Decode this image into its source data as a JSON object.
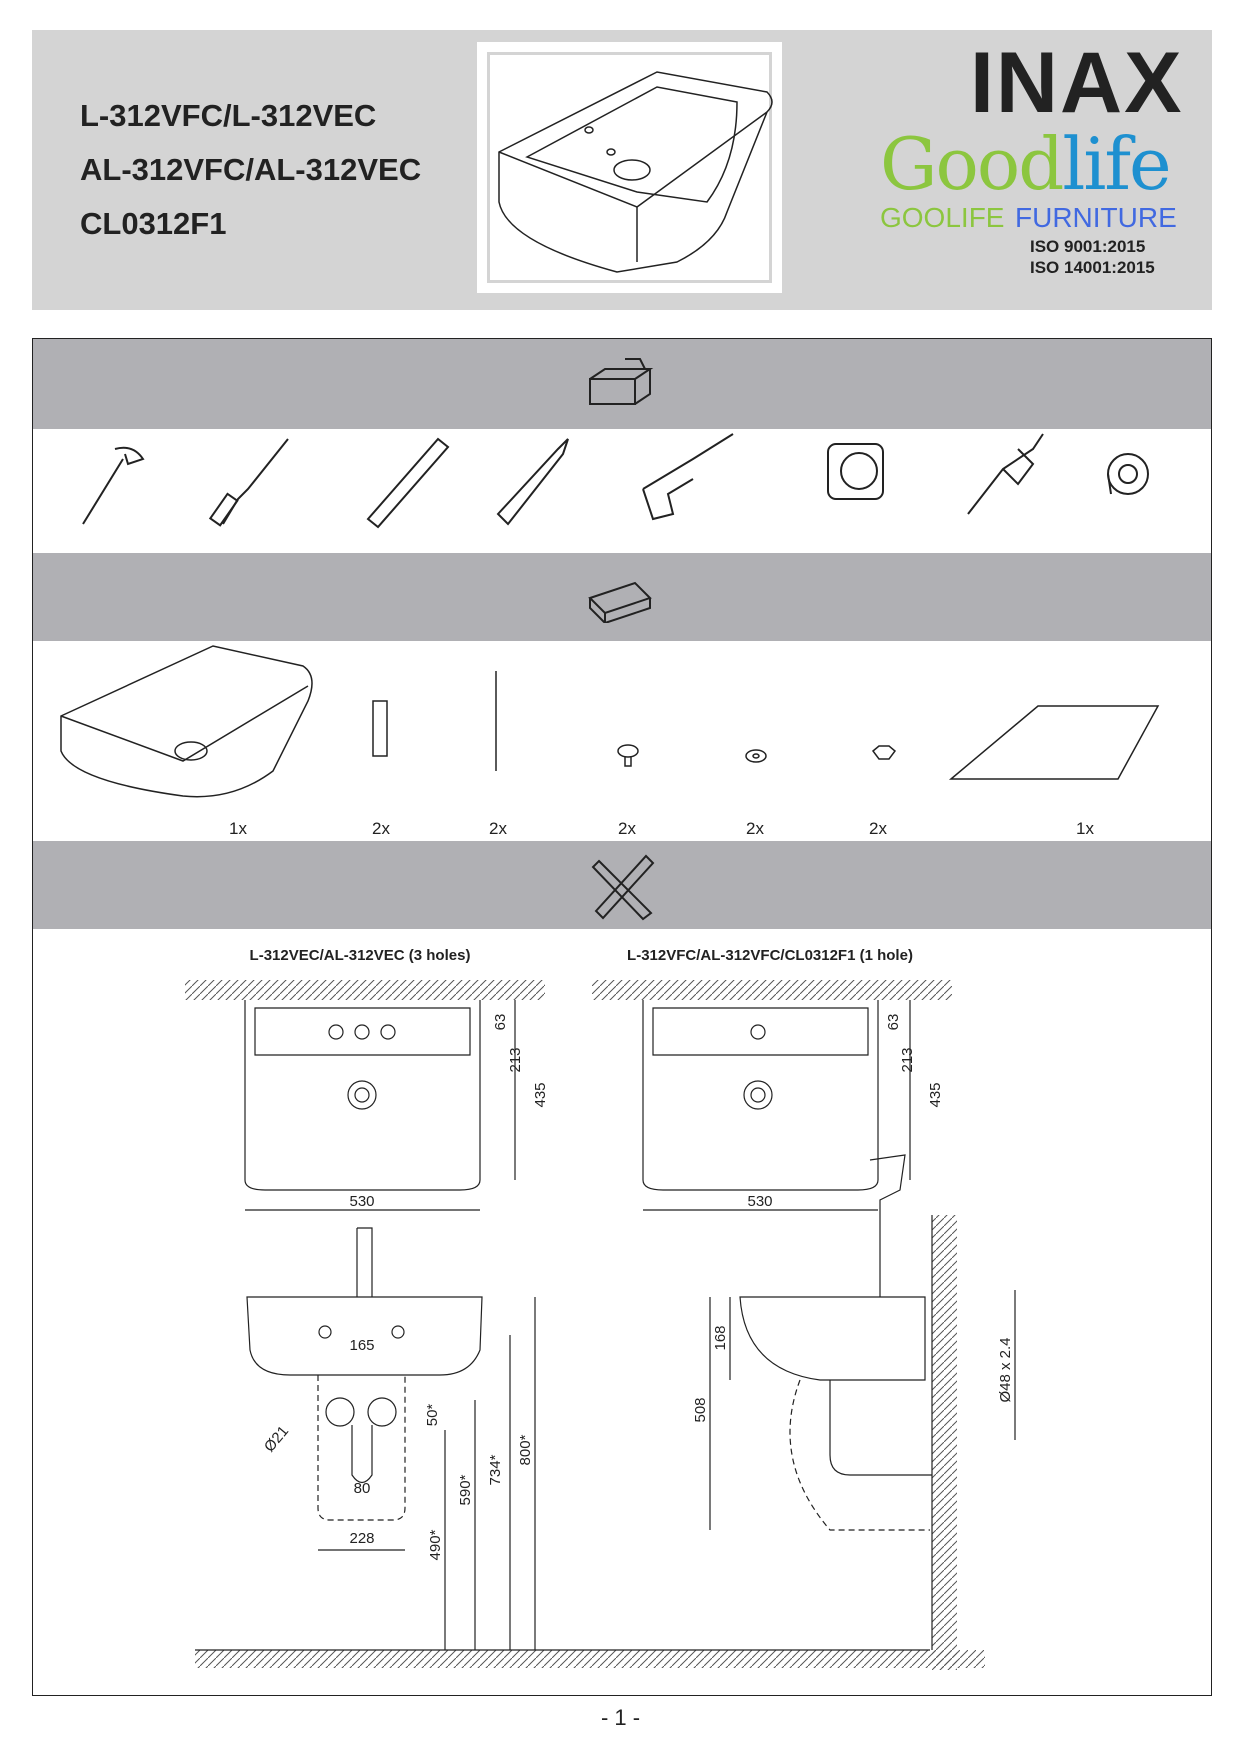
{
  "header": {
    "models": [
      "L-312VFC/L-312VEC",
      "AL-312VFC/AL-312VEC",
      "CL0312F1"
    ],
    "brand": "INAX",
    "logo": {
      "good": "Good",
      "life": "life",
      "goolife": "GOOLIFE",
      "furniture": "FURNITURE",
      "iso1": "ISO  9001:2015",
      "iso2": "ISO 14001:2015"
    }
  },
  "sections": {
    "tools_icon": "toolbox-icon",
    "tools": [
      "wrench-icon",
      "screwdriver-icon",
      "spirit-level-icon",
      "pencil-icon",
      "drill-icon",
      "tape-measure-icon",
      "silicone-gun-icon",
      "ptfe-tape-icon"
    ],
    "parts_icon": "parts-box-icon",
    "parts": [
      {
        "icon": "washbasin-icon",
        "qty": "1x"
      },
      {
        "icon": "wall-plug-icon",
        "qty": "2x"
      },
      {
        "icon": "hanger-bolt-icon",
        "qty": "2x"
      },
      {
        "icon": "cap-washer-icon",
        "qty": "2x"
      },
      {
        "icon": "washer-icon",
        "qty": "2x"
      },
      {
        "icon": "nut-icon",
        "qty": "2x"
      },
      {
        "icon": "template-sheet-icon",
        "qty": "1x"
      }
    ],
    "dimensions_icon": "pencil-ruler-icon"
  },
  "drawings": {
    "left_title": "L-312VEC/AL-312VEC (3 holes)",
    "right_title": "L-312VFC/AL-312VFC/CL0312F1 (1 hole)",
    "dims_top": {
      "d63": "63",
      "d213": "213",
      "d435": "435",
      "d530": "530"
    },
    "front": {
      "d165": "165",
      "d50": "50*",
      "d21": "Ø21",
      "d80": "80",
      "d228": "228",
      "d490": "490*",
      "d590": "590*",
      "d734": "734*",
      "d800": "800*"
    },
    "side": {
      "d168": "168",
      "d508": "508",
      "pipe": "Ø48 x 2.4"
    }
  },
  "page_number": "- 1 -"
}
